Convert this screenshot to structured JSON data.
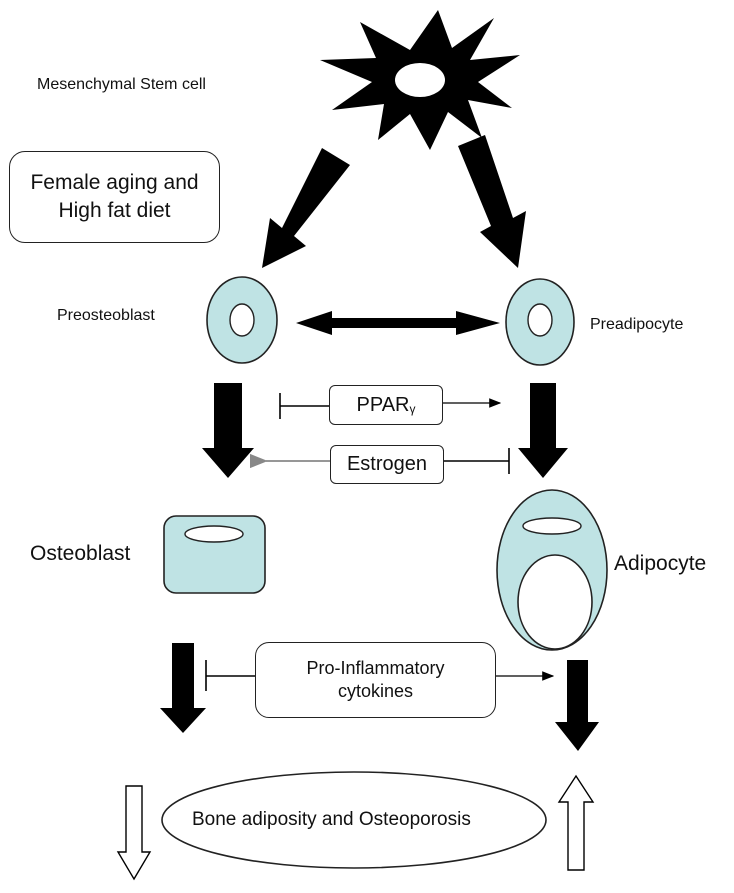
{
  "labels": {
    "stem_cell": "Mesenchymal Stem cell",
    "condition_line1": "Female aging and",
    "condition_line2": "High fat diet",
    "preosteoblast": "Preosteoblast",
    "preadipocyte": "Preadipocyte",
    "ppar_main": "PPAR",
    "ppar_sub": "γ",
    "estrogen": "Estrogen",
    "osteoblast": "Osteoblast",
    "adipocyte": "Adipocyte",
    "cytokines_line1": "Pro-Inflammatory",
    "cytokines_line2": "cytokines",
    "outcome": "Bone adiposity and Osteoporosis"
  },
  "colors": {
    "cell_fill": "#bfe3e4",
    "arrow_fill": "#000000",
    "inhibitor_grey": "#888888"
  }
}
